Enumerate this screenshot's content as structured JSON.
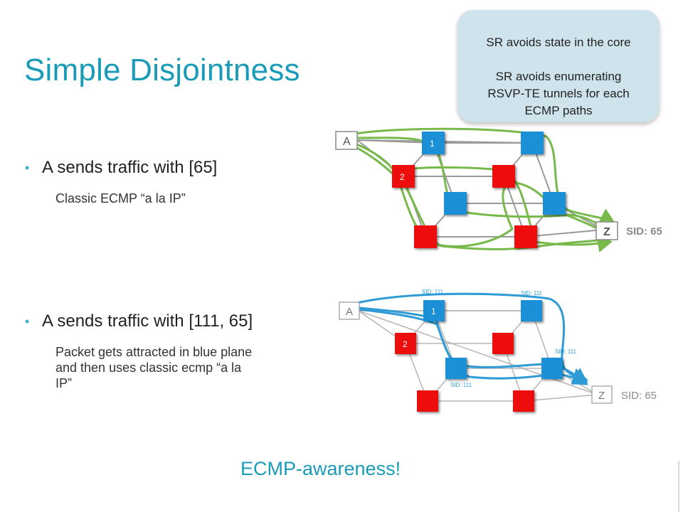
{
  "slide": {
    "title": "Simple Disjointness",
    "callout": {
      "line1": "SR avoids state in the core",
      "line2": "SR avoids enumerating",
      "line3": "RSVP-TE tunnels for each",
      "line4": "ECMP paths"
    },
    "bullet1": {
      "text": "A sends traffic with [65]",
      "sub": "Classic ECMP “a la IP”"
    },
    "bullet2": {
      "text": "A sends traffic with [111, 65]",
      "sub_line1": "Packet gets attracted in blue plane",
      "sub_line2": "and then uses classic ecmp “a la",
      "sub_line3": "IP”"
    },
    "footer": "ECMP-awareness!"
  },
  "diagram1": {
    "node_a": "A",
    "node_z": "Z",
    "node_1": "1",
    "node_2": "2",
    "sid_label": "SID: 65",
    "path_color": "#77b94b"
  },
  "diagram2": {
    "node_a": "A",
    "node_z": "Z",
    "node_1": "1",
    "node_2": "2",
    "sid_label": "SID: 65",
    "sid_111_a": "SID: 111",
    "sid_111_b": "SID: 111",
    "sid_111_c": "SID: 111",
    "sid_111_d": "SID: 111",
    "path_color": "#2f9bd6"
  },
  "colors": {
    "accent": "#1a9bb8",
    "blue_node": "#1e90d6",
    "red_node": "#ee1111",
    "callout_bg": "#cfe3ec"
  }
}
